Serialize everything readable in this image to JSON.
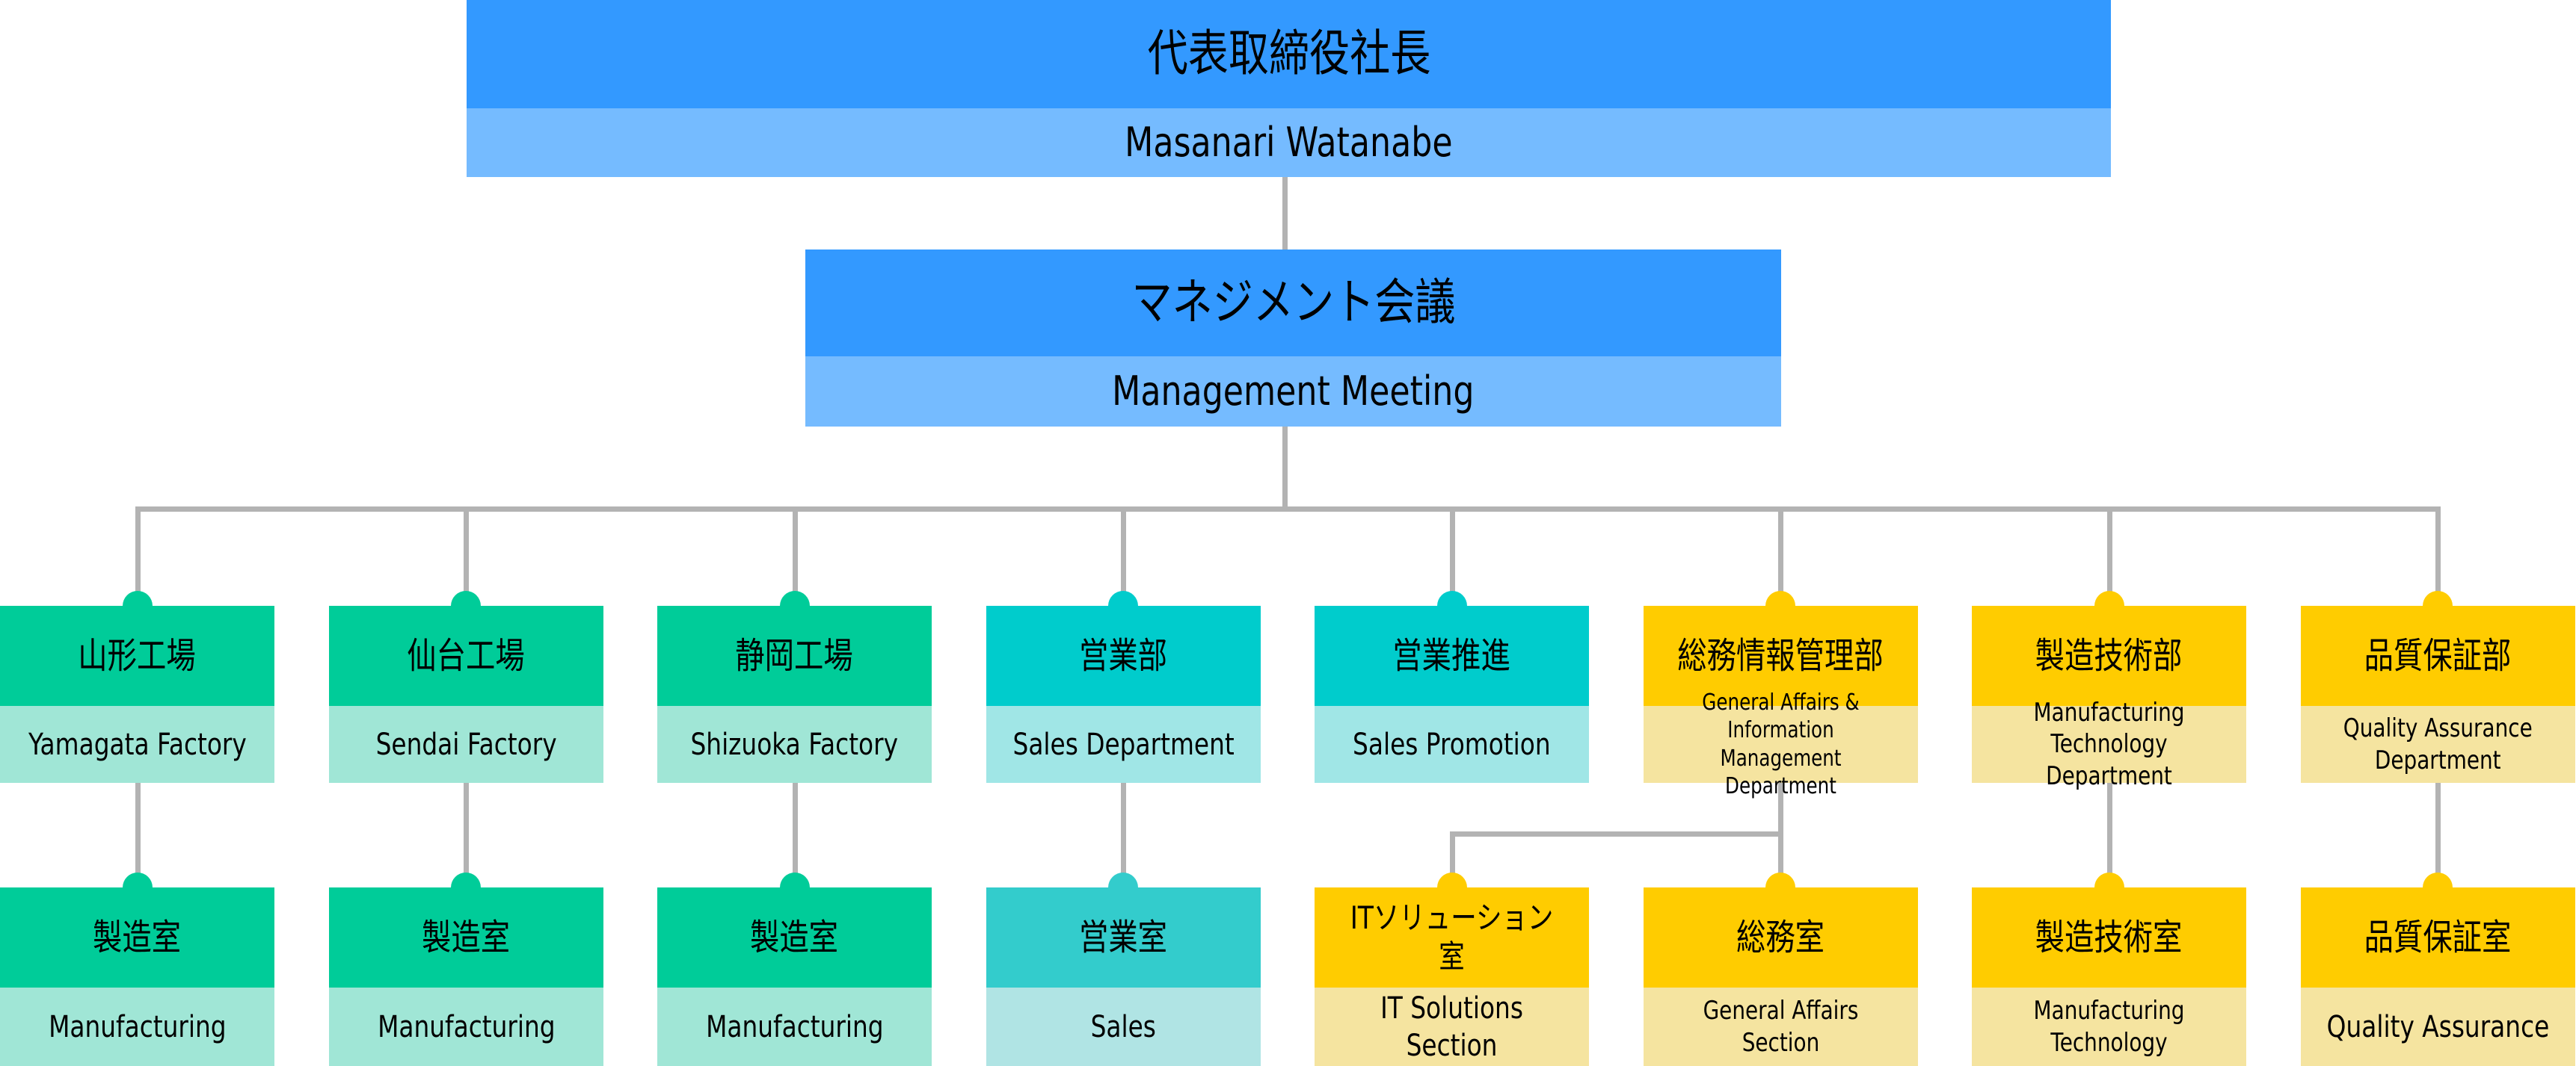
{
  "colors": {
    "connector": "#b3b3b3",
    "blue_dark": "#3399ff",
    "blue_light": "#75bbff",
    "green_dark": "#00cc99",
    "green_light": "#a0e6d6",
    "cyan_dark": "#00cccc",
    "cyan_light": "#a0e6e6",
    "teal_dark": "#33cccc",
    "teal_light": "#b0e4e4",
    "yellow_dark": "#ffcc00",
    "yellow_light": "#f5e4a0"
  },
  "president": {
    "title": "代表取締役社長",
    "name": "Masanari Watanabe"
  },
  "management": {
    "title": "マネジメント会議",
    "subtitle": "Management Meeting"
  },
  "departments": [
    {
      "title": "山形工場",
      "subtitle": "Yamagata Factory",
      "color": "green"
    },
    {
      "title": "仙台工場",
      "subtitle": "Sendai Factory",
      "color": "green"
    },
    {
      "title": "静岡工場",
      "subtitle": "Shizuoka Factory",
      "color": "green"
    },
    {
      "title": "営業部",
      "subtitle": "Sales Department",
      "color": "cyan"
    },
    {
      "title": "営業推進",
      "subtitle": "Sales Promotion",
      "color": "cyan"
    },
    {
      "title": "総務情報管理部",
      "subtitle": "General Affairs & Information\nManagement Department",
      "color": "yellow"
    },
    {
      "title": "製造技術部",
      "subtitle": "Manufacturing Technology\nDepartment",
      "color": "yellow"
    },
    {
      "title": "品質保証部",
      "subtitle": "Quality Assurance\nDepartment",
      "color": "yellow"
    }
  ],
  "sections": [
    {
      "title": "製造室",
      "subtitle": "Manufacturing",
      "color": "green",
      "col": 0,
      "parent": 0
    },
    {
      "title": "製造室",
      "subtitle": "Manufacturing",
      "color": "green",
      "col": 1,
      "parent": 1
    },
    {
      "title": "製造室",
      "subtitle": "Manufacturing",
      "color": "green",
      "col": 2,
      "parent": 2
    },
    {
      "title": "営業室",
      "subtitle": "Sales",
      "color": "teal",
      "col": 3,
      "parent": 3
    },
    {
      "title": "ITソリューション室",
      "subtitle": "IT Solutions Section",
      "color": "yellow",
      "col": 4,
      "parent": 5
    },
    {
      "title": "総務室",
      "subtitle": "General Affairs Section",
      "color": "yellow",
      "col": 5,
      "parent": 5
    },
    {
      "title": "製造技術室",
      "subtitle": "Manufacturing Technology",
      "color": "yellow",
      "col": 6,
      "parent": 6
    },
    {
      "title": "品質保証室",
      "subtitle": "Quality Assurance",
      "color": "yellow",
      "col": 7,
      "parent": 7
    }
  ]
}
